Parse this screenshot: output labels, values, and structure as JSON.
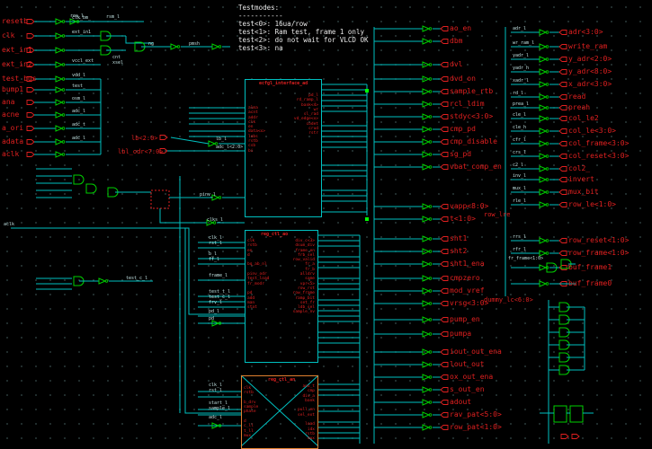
{
  "note": {
    "title": "Testmodes:",
    "rule": "-----------",
    "lines": [
      "test<0>: 16ua/row",
      "test<1>: Ram test, frame 1 only",
      "test<2>: do not wait for VLCD OK",
      "test<3>: na"
    ]
  },
  "blocks": {
    "b1": {
      "name": "ecfgl_interface_ad",
      "left_ports": "alma\nacnt\naddr\nclk\nen\ndata<x>\nlobs\nrstb\ncsb\nbi",
      "right_ports": "pd_l\nrd_ramp_l\nbank<4>\nwr\nsl_rad\nvd_edge<x>\ncodet\ncrud\nrstr"
    },
    "b2": {
      "name": "reg_ctl_ao",
      "left_ports": "clk\nrstb\nen\nd\n\nbq_ab_nl\n\npinv_odr\ntest_load\nfr_modr\n\npd\nadd\nman\nstat",
      "right_ports": "div_c<3>\ndsum_div\nframe_en\nfrb_sel\nrow_valid\nfr_a\nfr_b\nalldrv\nsame\nvpr<5>\nrow_rst\nrow_frame\nramp_bit\nset_fr\nldb_sel\nsample_nv"
    },
    "b3": {
      "name": "reg_ctl_an",
      "left_ports": "clk\nrstb\n\nb_drv\nsample\nphase\n\nd\nc_ll\nt_ll\nmux",
      "right_ports": "ano_t\ncmp\ndiv_a\nbank\n\npull_en\nsel_ext\n\nload\nidx\nrstb\nmux"
    }
  },
  "left_inputs": [
    "resetb",
    "clk",
    "ext_in1",
    "ext_in2",
    "test_bus",
    "bump1",
    "ana",
    "acne",
    "a_ori",
    "adata",
    "aclk"
  ],
  "left_nets": [
    "clk_bm_",
    "ext_in1",
    "",
    "vccl_ext",
    "vdd_l",
    "test_",
    "osm_l",
    "adc_l",
    "adc_t",
    "adc_l"
  ],
  "top_nets": [
    "res_l",
    "rsm_l",
    "cnt",
    "xsel",
    "ng",
    "pmsh"
  ],
  "mid_inputs": [
    "lb<2:0>",
    "lbl_odr<7:0>"
  ],
  "mid_nets": [
    "lb_l",
    "adc_l<2:0>",
    "clkb_l",
    "pinv_l",
    "clks_l",
    "aclk"
  ],
  "mid_left_nets": [
    "clk_l",
    "rst_l",
    "b_l",
    "ff_l",
    "frame_l",
    "test_t_l",
    "test_c_l",
    "frv_l",
    "pd_l",
    "pd",
    "clk_l",
    "rst_l",
    "start_l",
    "sample_l",
    "adc_l"
  ],
  "outputs_col1": [
    "ao_en",
    "dbm",
    "dvl",
    "dvd_on",
    "sample_rtb",
    "rcl_ldim",
    "stdyc<3:0>",
    "cmp_pd",
    "cmp_disable",
    "sg_pd",
    "vbat_comp_en",
    "vapp<8:0>",
    "t<1:0>",
    "sht1",
    "sht2",
    "sht1_ena",
    "cmpzero",
    "mod_vref",
    "vrsg<3:0>",
    "pump_en",
    "pumpa",
    "iout_out_ena",
    "lout_out",
    "ox_out_ena",
    "s_out_en",
    "adout",
    "rav_pat<5:0>",
    "row_pat<1:0>"
  ],
  "outputs_col2": [
    "adr<3:0>",
    "write_ram",
    "y_adr<2:0>",
    "y_adr<8:0>",
    "x_adr<3:0>",
    "read",
    "preah",
    "col_le2",
    "col_le<3:0>",
    "col_frame<3:0>",
    "col_reset<3:0>",
    "col2_",
    "invert",
    "mux_bit",
    "row_le<1:0>",
    "row_reset<1:0>",
    "row_frame<1:0>",
    "buf_frame1",
    "buf_frame0"
  ],
  "col2_nets": [
    "adr_l",
    "wr_ram_l",
    "yadr_l",
    "yadr_h",
    "xadr_l",
    "rd_l",
    "prea_l",
    "cle_l",
    "cle_h",
    "cfr_l",
    "crs_l",
    "c2_l",
    "inv_l",
    "mux_l",
    "rle_l",
    "rrs_l",
    "rfr_l"
  ],
  "labels": {
    "row_lre": "row_lre",
    "dummy": "dummy_lc<6:0>",
    "frame_bus": "fr_frame<1:0>"
  },
  "colors": {
    "background": "#000000",
    "wire": "#00c0c0",
    "gate": "#00d000",
    "pin": "#e02020",
    "text": "#e8e8e8"
  }
}
